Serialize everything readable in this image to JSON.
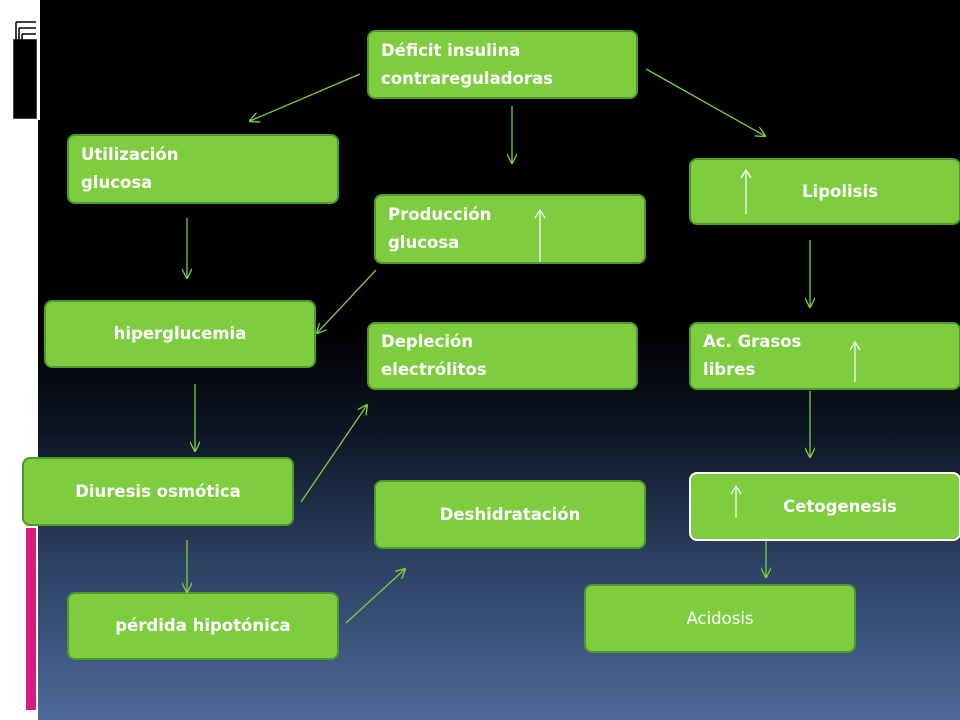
{
  "nodes": {
    "deficit": "Déficit insulina\ncontrareguladoras",
    "utilizacion": "Utilización\nglucosa",
    "produccion": "Producción\nglucosa",
    "lipolisis": "Lipolisis",
    "hiperglucemia": "hiperglucemia",
    "deplecion": "Depleción\nelectrólitos",
    "acgrasos": "Ac. Grasos\nlibres",
    "diuresis": "Diuresis osmótica",
    "deshidratacion": "Deshidratación",
    "cetogenesis": "Cetogenesis",
    "perdida": "pérdida hipotónica",
    "acidosis": "Acidosis"
  },
  "colors": {
    "box_fill": "#7dcd3e",
    "box_border": "#4d9a2a",
    "arrow": "#7dcd3e",
    "up_mark": "#ffffff",
    "accent_pink": "#d81b7e"
  },
  "icons": {
    "corner": "stacked-pages-icon",
    "increase": "up-arrow-icon"
  }
}
